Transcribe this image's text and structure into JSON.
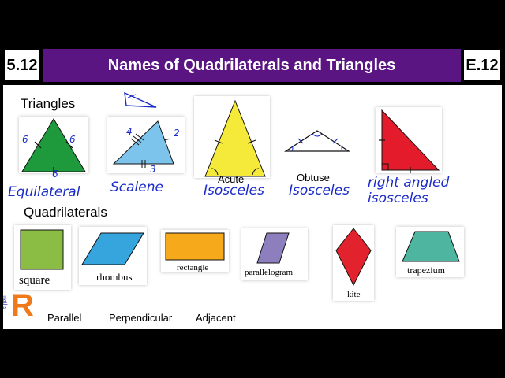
{
  "header": {
    "left_code": "5.12",
    "title": "Names of Quadrilaterals and Triangles",
    "right_code": "E.12"
  },
  "sections": {
    "triangles": "Triangles",
    "quadrilaterals": "Quadrilaterals"
  },
  "triangles": [
    {
      "id": "equilateral",
      "marks": [
        "6",
        "6",
        "6"
      ],
      "handwritten": "Equilateral",
      "color": "#1e9a3c"
    },
    {
      "id": "scalene",
      "marks": [
        "4",
        "2",
        "3"
      ],
      "handwritten": "Scalene",
      "color": "#7cc4ec"
    },
    {
      "id": "acute",
      "label": "Acute",
      "handwritten": "Isosceles",
      "color": "#f5ea3a"
    },
    {
      "id": "obtuse",
      "label": "Obtuse",
      "handwritten": "Isosceles",
      "color": "#ffffff"
    },
    {
      "id": "right",
      "handwritten": "right angled isosceles",
      "color": "#e41b2b"
    }
  ],
  "quadrilaterals": [
    {
      "id": "square",
      "label": "square",
      "color": "#8bbd45"
    },
    {
      "id": "rhombus",
      "label": "rhombus",
      "color": "#36a4dd"
    },
    {
      "id": "rectangle",
      "label": "rectangle",
      "color": "#f6a91a"
    },
    {
      "id": "parallelogram",
      "label": "parallelogram",
      "color": "#8d7fbd"
    },
    {
      "id": "kite",
      "label": "kite",
      "color": "#e2232e"
    },
    {
      "id": "trapezium",
      "label": "trapezium",
      "color": "#4db5a0"
    }
  ],
  "footer": {
    "logo_letter": "R",
    "logo_text": "maths",
    "words": [
      "Parallel",
      "Perpendicular",
      "Adjacent"
    ]
  },
  "colors": {
    "title_bar": "#5a1583",
    "handwriting": "#1a2bc8",
    "logo": "#f07a1a"
  }
}
